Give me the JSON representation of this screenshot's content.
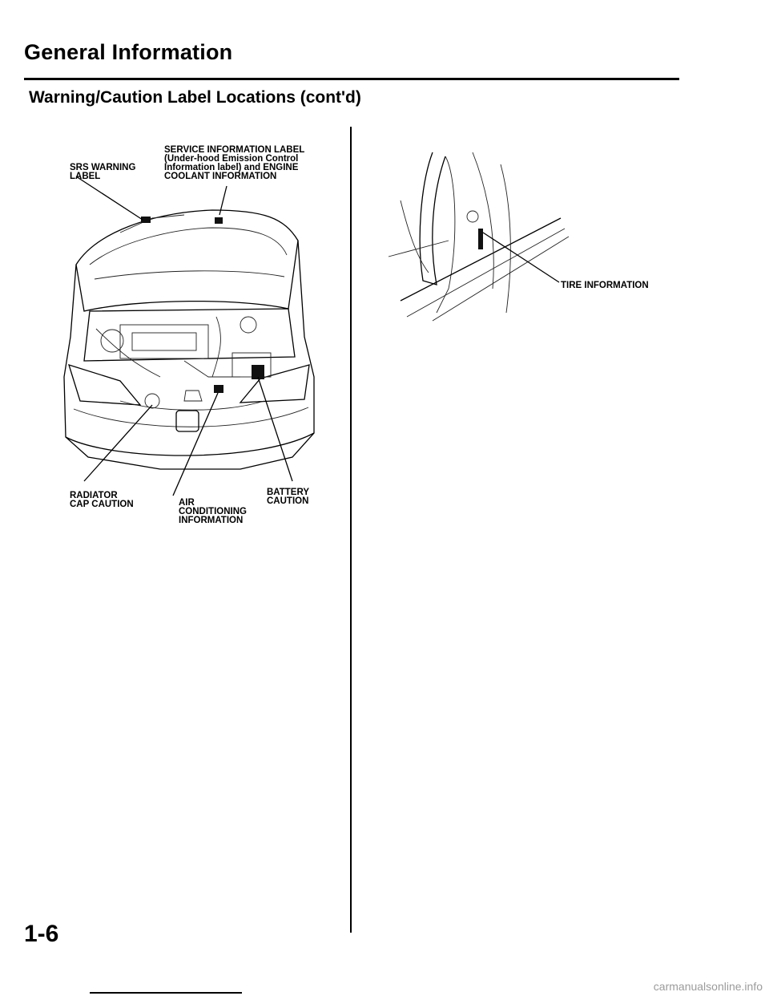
{
  "header": {
    "title": "General Information",
    "subtitle": "Warning/Caution Label Locations (cont'd)"
  },
  "left_figure": {
    "labels": {
      "srs_warning": "SRS WARNING\nLABEL",
      "service_info_line1": "SERVICE INFORMATION LABEL",
      "service_info_line2": "(Under-hood Emission Control",
      "service_info_line3": "Information label) and ENGINE",
      "service_info_line4": "COOLANT INFORMATION",
      "radiator_cap": "RADIATOR\nCAP CAUTION",
      "air_conditioning": "AIR\nCONDITIONING\nINFORMATION",
      "battery": "BATTERY\nCAUTION"
    }
  },
  "right_figure": {
    "labels": {
      "tire_info": "TIRE INFORMATION"
    }
  },
  "footer": {
    "page_number": "1-6",
    "watermark": "carmanualsonline.info"
  }
}
